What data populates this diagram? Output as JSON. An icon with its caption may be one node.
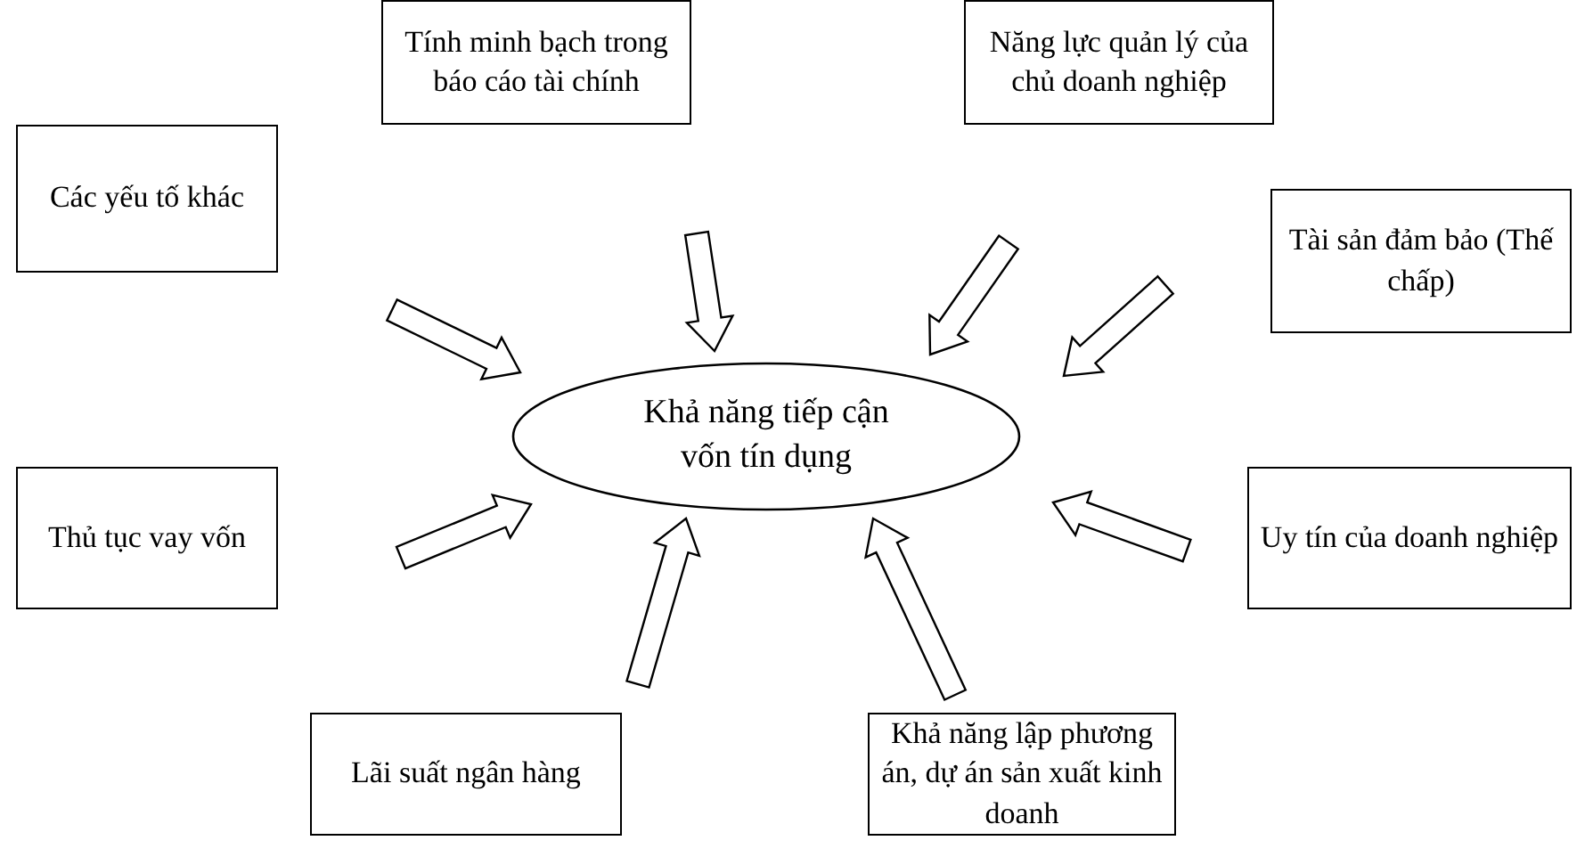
{
  "diagram": {
    "nodes": [
      {
        "text": [
          "Tính minh bạch trong báo cáo tài chính"
        ]
      },
      {
        "text": [
          "Năng lực quản lý của chủ doanh nghiệp"
        ]
      },
      {
        "text": [
          "Các yếu tố khác"
        ]
      },
      {
        "text": [
          "Tài sản đảm bảo (Thế chấp)"
        ]
      },
      {
        "text": [
          "Khả năng tiếp cận vốn tín dụng"
        ]
      },
      {
        "text": [
          "Thủ tục vay vốn"
        ]
      },
      {
        "text": [
          "Uy tín của doanh nghiệp"
        ]
      },
      {
        "text": [
          "Lãi suất ngân hàng"
        ]
      },
      {
        "text": [
          "Khả năng lập phương án, dự án sản xuất kinh doanh"
        ]
      }
    ],
    "edges": [
      {
        "from": 0,
        "to": 4,
        "arrow": "to"
      },
      {
        "from": 1,
        "to": 4,
        "arrow": "to"
      },
      {
        "from": 2,
        "to": 4,
        "arrow": "to"
      },
      {
        "from": 3,
        "to": 4,
        "arrow": "to"
      },
      {
        "from": 5,
        "to": 4,
        "arrow": "to"
      },
      {
        "from": 6,
        "to": 4,
        "arrow": "to"
      },
      {
        "from": 7,
        "to": 4,
        "arrow": "to"
      },
      {
        "from": 8,
        "to": 4,
        "arrow": "to"
      }
    ]
  }
}
